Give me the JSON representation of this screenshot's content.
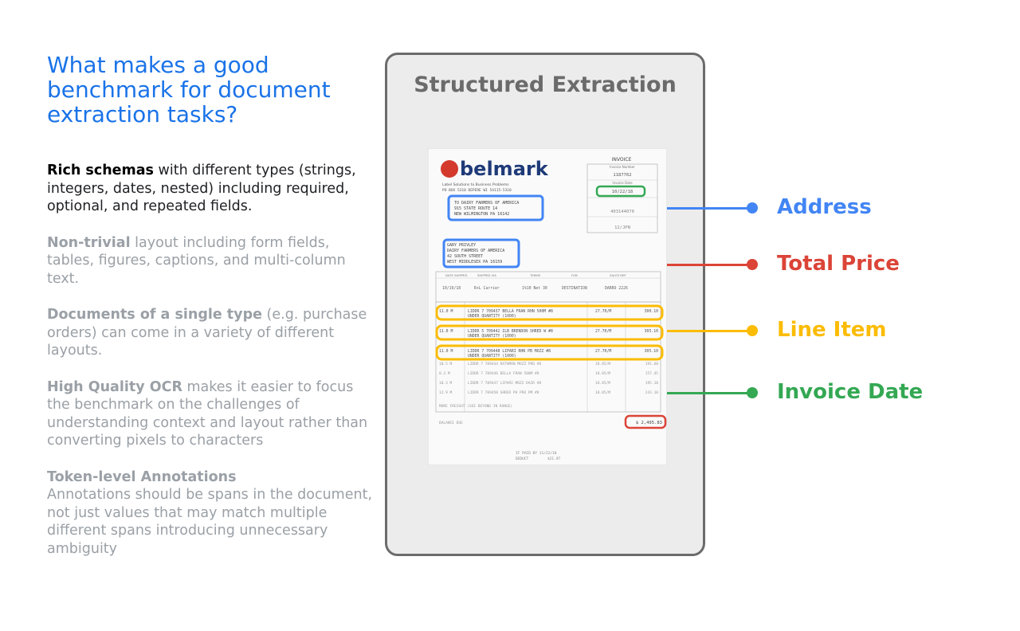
{
  "slide": {
    "title": "What makes a good benchmark for document extraction tasks?",
    "bullets": [
      {
        "strong": "Rich schemas",
        "text": " with different types (strings, integers, dates, nested) including required, optional, and repeated fields."
      },
      {
        "strong": "Non-trivial",
        "text": " layout including form fields, tables, figures, captions, and multi-column text."
      },
      {
        "strong": "Documents of a single type",
        "text": " (e.g. purchase orders) can come in a variety of different layouts."
      },
      {
        "strong": "High Quality OCR",
        "text": " makes it easier to focus the benchmark on the challenges of understanding context and layout rather than converting pixels to characters"
      },
      {
        "strong": "Token-level Annotations",
        "text": " Annotations should be spans in the document, not just values that may match multiple different spans introducing unnecessary ambiguity"
      }
    ]
  },
  "panel": {
    "title": "Structured Extraction"
  },
  "invoice": {
    "logo": "belmark",
    "logo_tagline": "Label Solutions to Business Problems",
    "logo_address": "PO BOX 5310 DEPERE WI 54115-5310",
    "header": "INVOICE",
    "header_fields": [
      {
        "label": "Invoice Number",
        "value": "1187762"
      },
      {
        "label": "Invoice Date",
        "value": "10/22/18"
      },
      {
        "label": "",
        "value": "403144070"
      },
      {
        "label": "",
        "value": "12/JPN"
      }
    ],
    "ship_to": [
      "TO DAIRY FARMERS OF AMERICA",
      "915 STATE ROUTE 14",
      "NEW WILMINGTON PA 16142"
    ],
    "bill_to": [
      "GARY PRIVLEY",
      "DAIRY FARMERS OF AMERICA",
      "42 SOUTH STREET",
      "WEST MIDDLESEX PA 16159"
    ],
    "terms_headers": [
      "DATE SHIPPED",
      "SHIPPED VIA",
      "TERMS",
      "FOB",
      "SALES REP"
    ],
    "terms_values": [
      "10/19/18",
      "R+L Carrier",
      "1%10 Net 30",
      "DESTINATION",
      "DARRO 2226"
    ],
    "line_items": [
      {
        "qty": "11.0 M",
        "desc": "LIDDR 7  709437 BELLA FRAN RHN 500M #8",
        "price": "27.70/M",
        "amount": "300.10"
      },
      {
        "qty": "11.0 M",
        "desc": "LIDDR 5  709442 ILB BRENDON SHRED W #8",
        "price": "27.70/M",
        "amount": "305.10"
      },
      {
        "qty": "11.0 M",
        "desc": "LIDDR 7  709448 LIPARI RHN PB MOZZ #8",
        "price": "27.70/M",
        "amount": "305.10"
      },
      {
        "qty": "10.5 M",
        "desc": "LIDDR 7  709444 RATHMAN MOZZ PRO #8",
        "price": "18.85/M",
        "amount": "191.60"
      },
      {
        "qty": "8.3 M",
        "desc": "LIDDR 7  709446 BELLA FRAN 500M #8",
        "price": "18.85/M",
        "amount": "157.45"
      },
      {
        "qty": "10.3 M",
        "desc": "LIDDR 7  709447 LIPARI MOZZ DAIR #8",
        "price": "18.85/M",
        "amount": "195.10"
      },
      {
        "qty": "12.9 M",
        "desc": "LIDDR 7  709450 SHRED PH PRO PM #8",
        "price": "18.85/M",
        "amount": "243.10"
      }
    ],
    "sub_note": "UNDER QUANTITY (1000)",
    "footer_note": "MORE FREIGHT (SEE BEYOND IN RANGE)",
    "balance_label": "BALANCE DUE",
    "total_price": "$ 2,495.83",
    "paid_note": "IF PAID BY 11/22/18",
    "discount_label": "DEDUCT",
    "discount_value": "$21.97"
  },
  "legend": [
    {
      "label": "Address",
      "color": "#4285f4"
    },
    {
      "label": "Total Price",
      "color": "#db4437"
    },
    {
      "label": "Line Item",
      "color": "#fbbc04"
    },
    {
      "label": "Invoice Date",
      "color": "#34a853"
    }
  ]
}
